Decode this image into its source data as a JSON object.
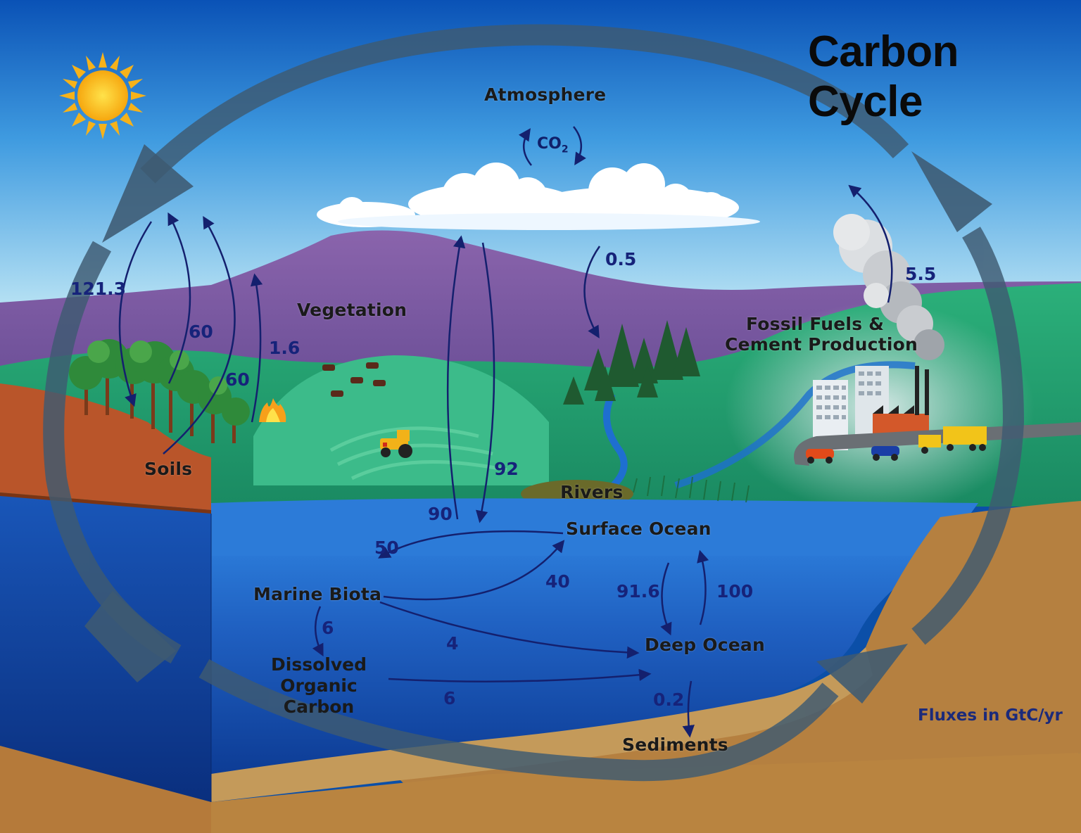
{
  "title": "Carbon Cycle",
  "units": "Fluxes in GtC/yr",
  "co2": {
    "main": "CO",
    "sub": "2"
  },
  "components": {
    "atmosphere": "Atmosphere",
    "vegetation": "Vegetation",
    "soils": "Soils",
    "fossil_line1": "Fossil Fuels &",
    "fossil_line2": "Cement Production",
    "rivers": "Rivers",
    "surface_ocean": "Surface Ocean",
    "marine_biota": "Marine Biota",
    "doc_line1": "Dissolved Organic",
    "doc_line2": "Carbon",
    "deep_ocean": "Deep Ocean",
    "sediments": "Sediments"
  },
  "fluxes": {
    "veg_to_atm": "121.3",
    "atm_to_veg": "60",
    "soil_to_atm": "60",
    "fire": "1.6",
    "atm_to_forest": "0.5",
    "fossil": "5.5",
    "ocean_to_atm": "90",
    "atm_to_ocean": "92",
    "surface_to_biota": "50",
    "biota_to_surface": "40",
    "deep_to_surface": "91.6",
    "surface_to_deep": "100",
    "biota_to_doc": "6",
    "biota_to_deep": "4",
    "doc_to_deep": "6",
    "deep_to_sediments": "0.2"
  },
  "colors": {
    "sky_top": "#0a55b8",
    "sky_bottom": "#9fd4ef",
    "mountain": "#7a5a9c",
    "land": "#1f9a6a",
    "ocean": "#1d60c4",
    "deep_ocean": "#0c3a96",
    "soil": "#b95a2a",
    "sediment": "#b58040",
    "cycle_arrow": "#3e5a72",
    "flux_arrow": "#14206e"
  }
}
